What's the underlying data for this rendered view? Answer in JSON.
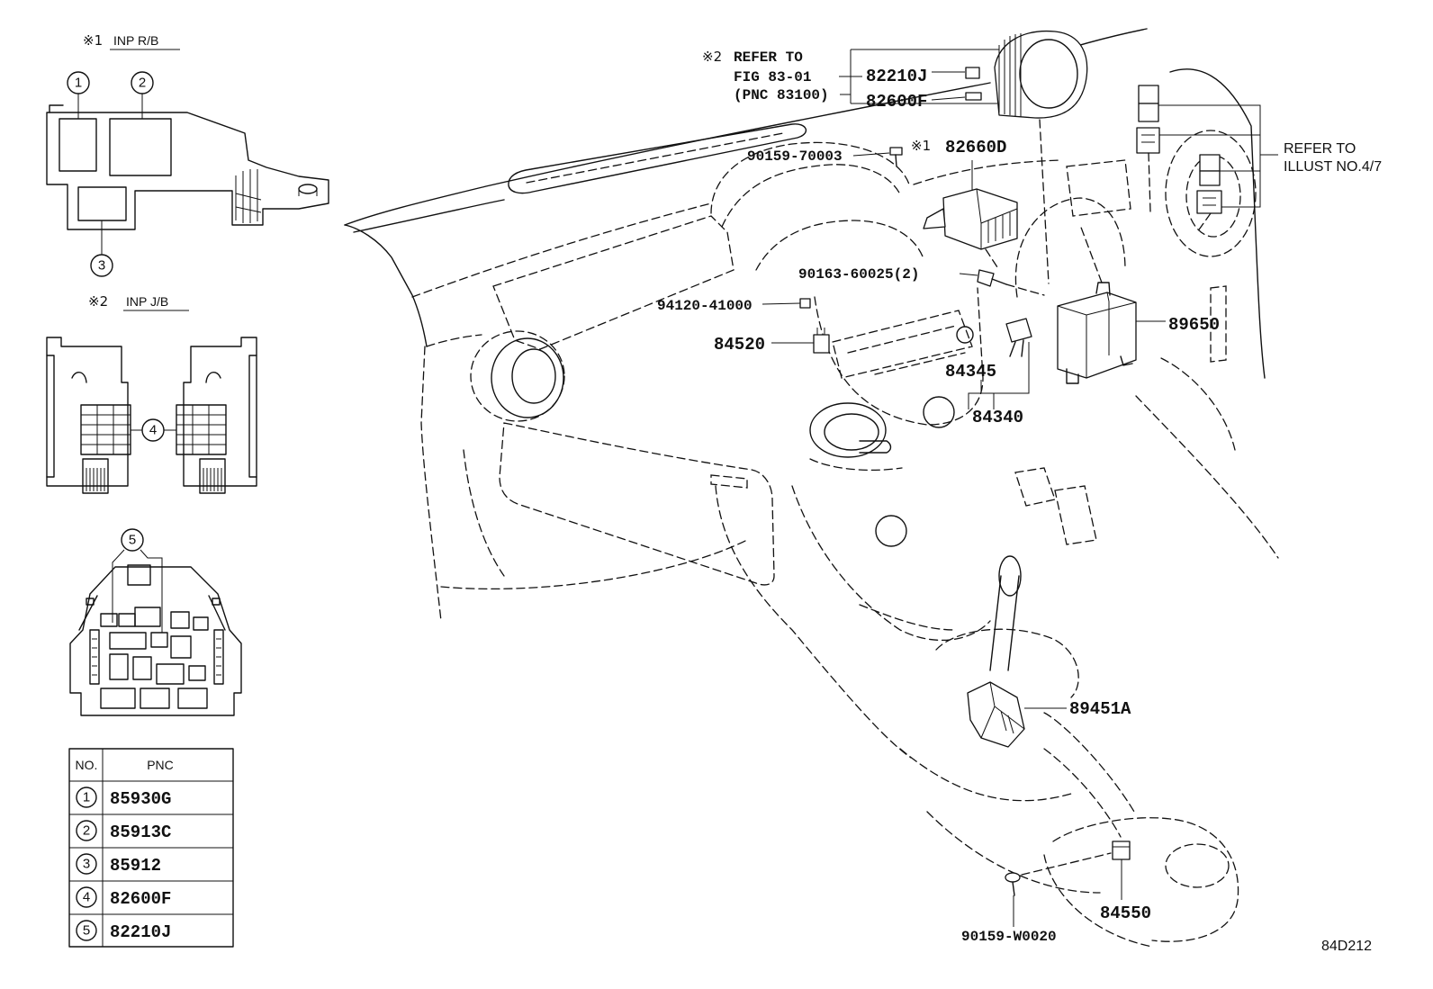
{
  "diagram_code": "84D212",
  "inset_relay_block": {
    "marker": "※1",
    "title": "INP R/B",
    "callouts": [
      "1",
      "2",
      "3"
    ]
  },
  "inset_junction_block": {
    "marker": "※2",
    "title": "INP J/B",
    "callouts": [
      "4",
      "5"
    ]
  },
  "pnc_table": {
    "headers": {
      "no": "NO.",
      "pnc": "PNC"
    },
    "rows": [
      {
        "no": "1",
        "pnc": "85930G"
      },
      {
        "no": "2",
        "pnc": "85913C"
      },
      {
        "no": "3",
        "pnc": "85912"
      },
      {
        "no": "4",
        "pnc": "82600F"
      },
      {
        "no": "5",
        "pnc": "82210J"
      }
    ]
  },
  "reference_note": {
    "marker": "※2",
    "line1": "REFER TO",
    "line2": "FIG 83-01",
    "line3": "(PNC 83100)"
  },
  "illust_reference": {
    "line1": "REFER TO",
    "line2": "ILLUST NO.4/7"
  },
  "part_labels": [
    {
      "number": "82210J"
    },
    {
      "number": "82600F"
    },
    {
      "number": "90159-70003"
    },
    {
      "marker": "※1",
      "number": "82660D"
    },
    {
      "number": "90163-60025(2)"
    },
    {
      "number": "94120-41000"
    },
    {
      "number": "84520"
    },
    {
      "number": "89650"
    },
    {
      "number": "84345"
    },
    {
      "number": "84340"
    },
    {
      "number": "89451A"
    },
    {
      "number": "84550"
    },
    {
      "number": "90159-W0020"
    }
  ]
}
